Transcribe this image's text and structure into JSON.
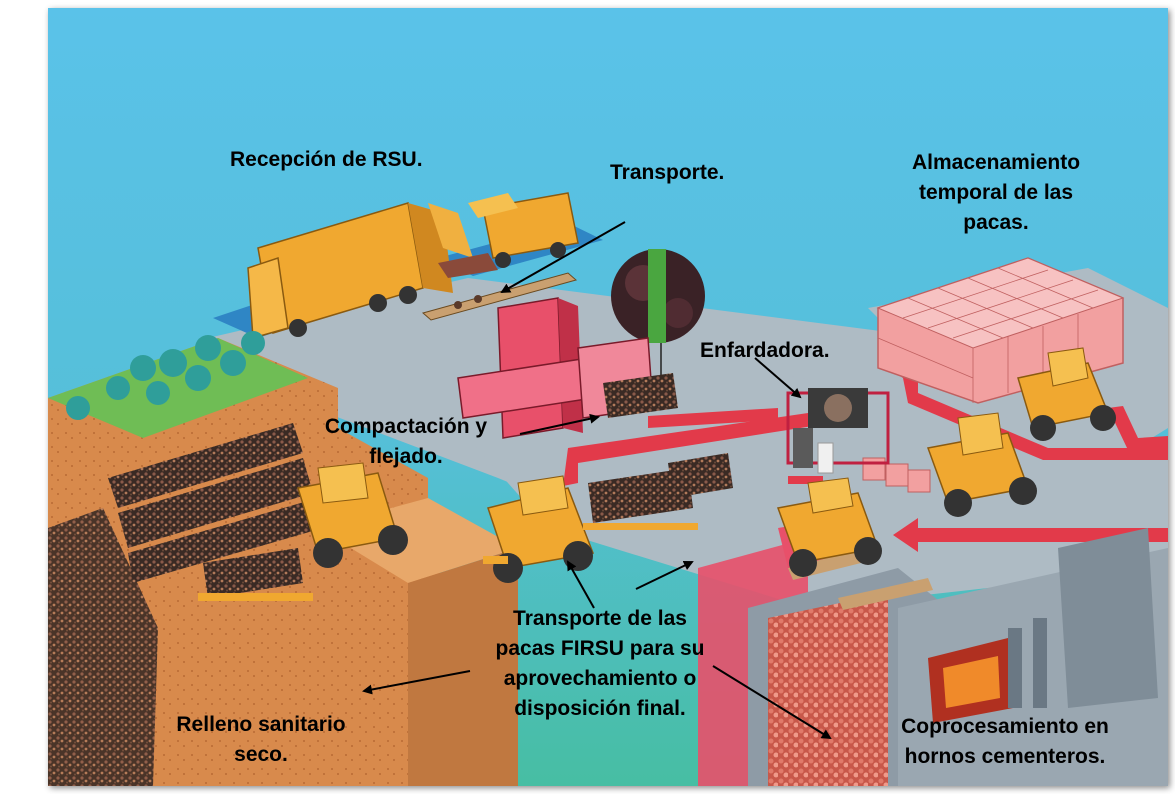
{
  "labels": {
    "reception": "Recepción de RSU.",
    "transport": "Transporte.",
    "storage": [
      "Almacenamiento",
      "temporal de las",
      "pacas."
    ],
    "baler": "Enfardadora.",
    "compaction": [
      "Compactación y",
      "flejado."
    ],
    "bale_transport": [
      "Transporte de las",
      "pacas FIRSU para su",
      "aprovechamiento o",
      "disposición final."
    ],
    "landfill": [
      "Relleno sanitario",
      "seco."
    ],
    "coprocessing": [
      "Coprocesamiento en",
      "hornos cementeros."
    ]
  },
  "colors": {
    "sky": "#5bc3e8",
    "ground_top": "#4fb3cf",
    "ground_bottom": "#48bfa5",
    "path_gray": "#a9b6bf",
    "machinery": "#f0a830",
    "compactor": "#e8506a",
    "bales": "#f2a0a0",
    "route_arrow": "#e23a4a",
    "earth": "#d4884a",
    "grass": "#6fbd55",
    "kiln": "#8e9ba6"
  }
}
